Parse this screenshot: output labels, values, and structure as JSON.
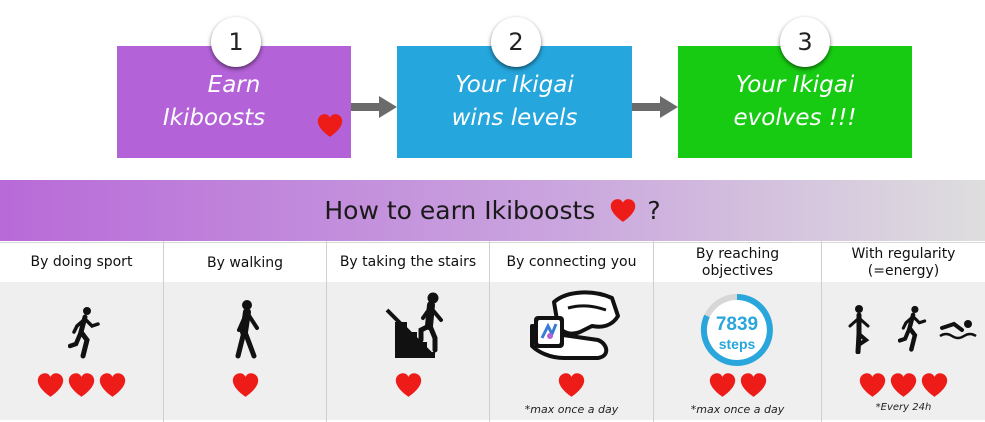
{
  "steps": [
    {
      "number": "1",
      "label_line1": "Earn",
      "label_line2": "Ikiboosts",
      "color": "#b462d8"
    },
    {
      "number": "2",
      "label_line1": "Your Ikigai",
      "label_line2": "wins levels",
      "color": "#25a6dd"
    },
    {
      "number": "3",
      "label_line1": "Your Ikigai",
      "label_line2": "evolves !!!",
      "color": "#17cb13"
    }
  ],
  "banner": {
    "title": "How to earn Ikiboosts",
    "suffix": "?"
  },
  "columns": [
    {
      "header": "By doing sport",
      "icon": "runner-icon",
      "hearts": 3,
      "note": ""
    },
    {
      "header": "By walking",
      "icon": "walker-icon",
      "hearts": 1,
      "note": ""
    },
    {
      "header": "By taking the stairs",
      "icon": "stairs-climber-icon",
      "hearts": 1,
      "note": ""
    },
    {
      "header": "By connecting you",
      "icon": "hand-watch-icon",
      "hearts": 1,
      "note": "*max once a day"
    },
    {
      "header_line1": "By reaching",
      "header_line2": "objectives",
      "icon": "steps-ring-icon",
      "hearts": 2,
      "note": "*max once a day",
      "ring": {
        "value": "7839",
        "unit": "steps"
      }
    },
    {
      "header_line1": "With regularity",
      "header_line2": "(=energy)",
      "icon": "yoga-run-swim-icon",
      "hearts": 3,
      "note": "*Every 24h"
    }
  ],
  "colors": {
    "heart": "#ee1c18",
    "arrow": "#6b6b6b",
    "ring": "#29a6dc"
  }
}
